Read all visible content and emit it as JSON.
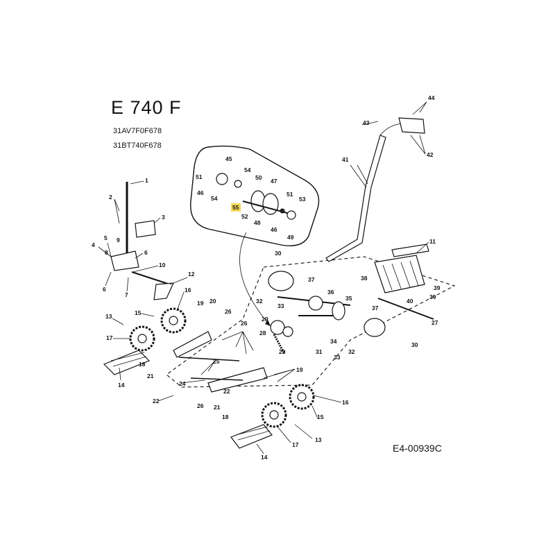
{
  "title": "E 740 F",
  "model_numbers": [
    "31AV7F0F678",
    "31BT740F678"
  ],
  "reference_code": "E4-00939C",
  "highlight_color": "#f2d85a",
  "highlighted_callout": "55",
  "callouts": [
    {
      "id": "c1",
      "label": "1"
    },
    {
      "id": "c2",
      "label": "2"
    },
    {
      "id": "c3",
      "label": "3"
    },
    {
      "id": "c4",
      "label": "4"
    },
    {
      "id": "c5",
      "label": "5"
    },
    {
      "id": "c6",
      "label": "6"
    },
    {
      "id": "c6b",
      "label": "6"
    },
    {
      "id": "c7",
      "label": "7"
    },
    {
      "id": "c8",
      "label": "8"
    },
    {
      "id": "c9",
      "label": "9"
    },
    {
      "id": "c10",
      "label": "10"
    },
    {
      "id": "c11",
      "label": "11"
    },
    {
      "id": "c12",
      "label": "12"
    },
    {
      "id": "c13",
      "label": "13"
    },
    {
      "id": "c13b",
      "label": "13"
    },
    {
      "id": "c14",
      "label": "14"
    },
    {
      "id": "c14b",
      "label": "14"
    },
    {
      "id": "c15",
      "label": "15"
    },
    {
      "id": "c15b",
      "label": "15"
    },
    {
      "id": "c16",
      "label": "16"
    },
    {
      "id": "c16b",
      "label": "16"
    },
    {
      "id": "c17",
      "label": "17"
    },
    {
      "id": "c17b",
      "label": "17"
    },
    {
      "id": "c18",
      "label": "18"
    },
    {
      "id": "c18b",
      "label": "18"
    },
    {
      "id": "c19",
      "label": "19"
    },
    {
      "id": "c19b",
      "label": "19"
    },
    {
      "id": "c20",
      "label": "20"
    },
    {
      "id": "c20b",
      "label": "20"
    },
    {
      "id": "c21",
      "label": "21"
    },
    {
      "id": "c21b",
      "label": "21"
    },
    {
      "id": "c22",
      "label": "22"
    },
    {
      "id": "c22b",
      "label": "22"
    },
    {
      "id": "c24",
      "label": "24"
    },
    {
      "id": "c25",
      "label": "25"
    },
    {
      "id": "c26",
      "label": "26"
    },
    {
      "id": "c26b",
      "label": "26"
    },
    {
      "id": "c26c",
      "label": "26"
    },
    {
      "id": "c27",
      "label": "27"
    },
    {
      "id": "c28",
      "label": "28"
    },
    {
      "id": "c29",
      "label": "29"
    },
    {
      "id": "c30",
      "label": "30"
    },
    {
      "id": "c30b",
      "label": "30"
    },
    {
      "id": "c31",
      "label": "31"
    },
    {
      "id": "c32",
      "label": "32"
    },
    {
      "id": "c32b",
      "label": "32"
    },
    {
      "id": "c33",
      "label": "33"
    },
    {
      "id": "c33b",
      "label": "33"
    },
    {
      "id": "c34",
      "label": "34"
    },
    {
      "id": "c35",
      "label": "35"
    },
    {
      "id": "c36",
      "label": "36"
    },
    {
      "id": "c37",
      "label": "37"
    },
    {
      "id": "c37b",
      "label": "37"
    },
    {
      "id": "c38",
      "label": "38"
    },
    {
      "id": "c39",
      "label": "39"
    },
    {
      "id": "c39b",
      "label": "39"
    },
    {
      "id": "c40",
      "label": "40"
    },
    {
      "id": "c41",
      "label": "41"
    },
    {
      "id": "c42",
      "label": "42"
    },
    {
      "id": "c43",
      "label": "43"
    },
    {
      "id": "c44",
      "label": "44"
    },
    {
      "id": "c45",
      "label": "45"
    },
    {
      "id": "c46",
      "label": "46"
    },
    {
      "id": "c46b",
      "label": "46"
    },
    {
      "id": "c47",
      "label": "47"
    },
    {
      "id": "c48",
      "label": "48"
    },
    {
      "id": "c49",
      "label": "49"
    },
    {
      "id": "c50",
      "label": "50"
    },
    {
      "id": "c51",
      "label": "51"
    },
    {
      "id": "c51b",
      "label": "51"
    },
    {
      "id": "c52",
      "label": "52"
    },
    {
      "id": "c53",
      "label": "53"
    },
    {
      "id": "c54",
      "label": "54"
    },
    {
      "id": "c54b",
      "label": "54"
    },
    {
      "id": "c55",
      "label": "55"
    }
  ]
}
